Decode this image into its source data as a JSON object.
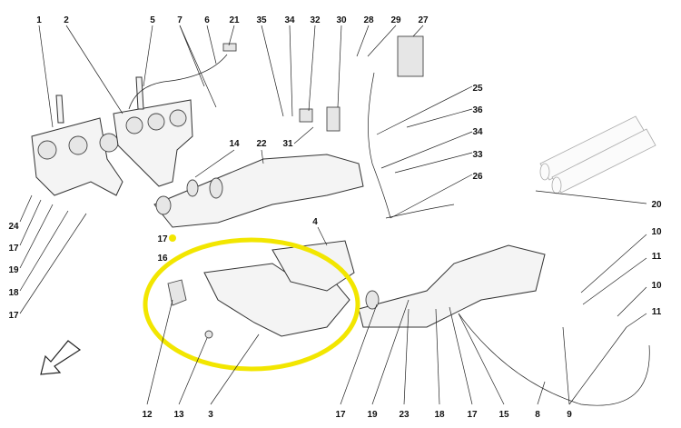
{
  "diagram": {
    "title": "Exhaust manifolds and catalytic converters exploded view",
    "highlight_color": "#f2e600",
    "labels": {
      "top": [
        "1",
        "2",
        "5",
        "7",
        "6",
        "21",
        "35",
        "34",
        "32",
        "30",
        "28",
        "29",
        "27"
      ],
      "right_upper": [
        "25",
        "36",
        "34",
        "33",
        "26"
      ],
      "middle": [
        "14",
        "22",
        "31",
        "20"
      ],
      "left": [
        "24",
        "17",
        "19",
        "18",
        "17"
      ],
      "center_small": [
        "17",
        "16",
        "4"
      ],
      "right_lower": [
        "10",
        "11",
        "10",
        "11"
      ],
      "bottom": [
        "12",
        "13",
        "3",
        "17",
        "19",
        "23",
        "18",
        "17",
        "15",
        "8",
        "9"
      ]
    }
  }
}
